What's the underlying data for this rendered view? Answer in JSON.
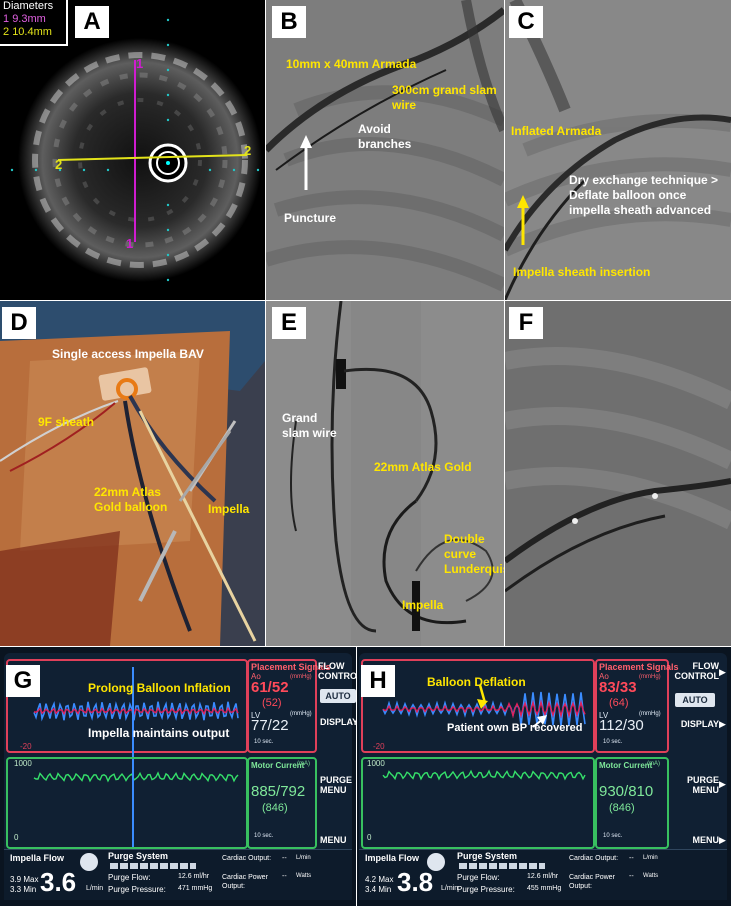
{
  "panels": {
    "A": {
      "label": "A",
      "diameters_title": "Diameters",
      "d1": "9.3mm",
      "d2": "10.4mm",
      "m1": "1",
      "m2": "2",
      "marker_top": "1",
      "marker_bottom": "1",
      "marker_left": "2",
      "marker_right": "2"
    },
    "B": {
      "label": "B",
      "armada": "10mm x 40mm Armada",
      "wire": "300cm grand slam wire",
      "avoid": "Avoid branches",
      "puncture": "Puncture"
    },
    "C": {
      "label": "C",
      "inflated": "Inflated Armada",
      "dry": "Dry exchange technique > Deflate balloon once impella sheath advanced",
      "insertion": "Impella sheath insertion"
    },
    "D": {
      "label": "D",
      "single": "Single access Impella BAV",
      "sheath": "9F sheath",
      "balloon": "22mm Atlas Gold balloon",
      "impella": "Impella"
    },
    "E": {
      "label": "E",
      "grand": "Grand slam wire",
      "atlas": "22mm Atlas Gold",
      "double": "Double curve Lunderquist",
      "impella": "Impella"
    },
    "F": {
      "label": "F"
    }
  },
  "monitor_G": {
    "label": "G",
    "annot_title": "Prolong Balloon Inflation",
    "annot_sub": "Impella maintains output",
    "scale_top": "-20",
    "motor_scale_top": "1000",
    "motor_scale_bottom": "0",
    "placement_title": "Placement Signals",
    "ao": "Ao",
    "unit_mmhg": "(mmHg)",
    "ao_val": "61/52",
    "ao_mean": "(52)",
    "lv": "LV",
    "lv_val": "77/22",
    "sec": "10 sec.",
    "motor_title": "Motor Current",
    "motor_unit": "(mA)",
    "motor_val": "885/792",
    "motor_mean": "(846)",
    "side_flow": "FLOW CONTROL",
    "side_auto": "AUTO",
    "side_display": "DISPLAY",
    "side_purge": "PURGE MENU",
    "side_menu": "MENU",
    "impella_flow": "Impella Flow",
    "max": "3.9 Max",
    "min": "3.3 Min",
    "flow_big": "3.6",
    "flow_unit": "L/min",
    "purge_system": "Purge System",
    "purge_flow_label": "Purge Flow:",
    "purge_flow": "12.6 ml/hr",
    "purge_pressure_label": "Purge Pressure:",
    "purge_pressure": "471 mmHg",
    "co_label": "Cardiac Output:",
    "co_val": "--",
    "co_unit": "L/min",
    "cp_label": "Cardiac Power Output:",
    "cp_val": "--",
    "cp_unit": "Watts"
  },
  "monitor_H": {
    "label": "H",
    "annot_title": "Balloon Deflation",
    "annot_sub": "Patient own BP recovered",
    "scale_top": "-20",
    "motor_scale_top": "1000",
    "motor_scale_bottom": "0",
    "placement_title": "Placement Signals",
    "ao": "Ao",
    "unit_mmhg": "(mmHg)",
    "ao_val": "83/33",
    "ao_mean": "(64)",
    "lv": "LV",
    "lv_val": "112/30",
    "sec": "10 sec.",
    "motor_title": "Motor Current",
    "motor_unit": "(mA)",
    "motor_val": "930/810",
    "motor_mean": "(846)",
    "side_flow": "FLOW CONTROL",
    "side_auto": "AUTO",
    "side_display": "DISPLAY",
    "side_purge": "PURGE MENU",
    "side_menu": "MENU",
    "impella_flow": "Impella Flow",
    "max": "4.2 Max",
    "min": "3.4 Min",
    "flow_big": "3.8",
    "flow_unit": "L/min",
    "purge_system": "Purge System",
    "purge_flow_label": "Purge Flow:",
    "purge_flow": "12.6 ml/hr",
    "purge_pressure_label": "Purge Pressure:",
    "purge_pressure": "455 mmHg",
    "co_label": "Cardiac Output:",
    "co_val": "--",
    "co_unit": "L/min",
    "cp_label": "Cardiac Power Output:",
    "cp_val": "--",
    "cp_unit": "Watts"
  },
  "colors": {
    "yellow": "#ffe600",
    "magenta": "#d01cd0",
    "pressure_box": "#e0405a",
    "motor_box": "#38c060",
    "ao_wave": "#e0205a",
    "lv_wave": "#3a8cff",
    "motor_wave": "#35e06a"
  }
}
